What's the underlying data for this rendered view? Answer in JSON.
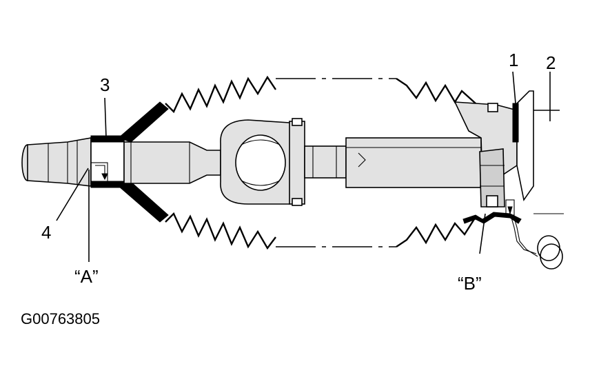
{
  "labels": {
    "one": "1",
    "two": "2",
    "three": "3",
    "four": "4",
    "a": "“A”",
    "b": "“B”"
  },
  "figure_code": "G00763805"
}
